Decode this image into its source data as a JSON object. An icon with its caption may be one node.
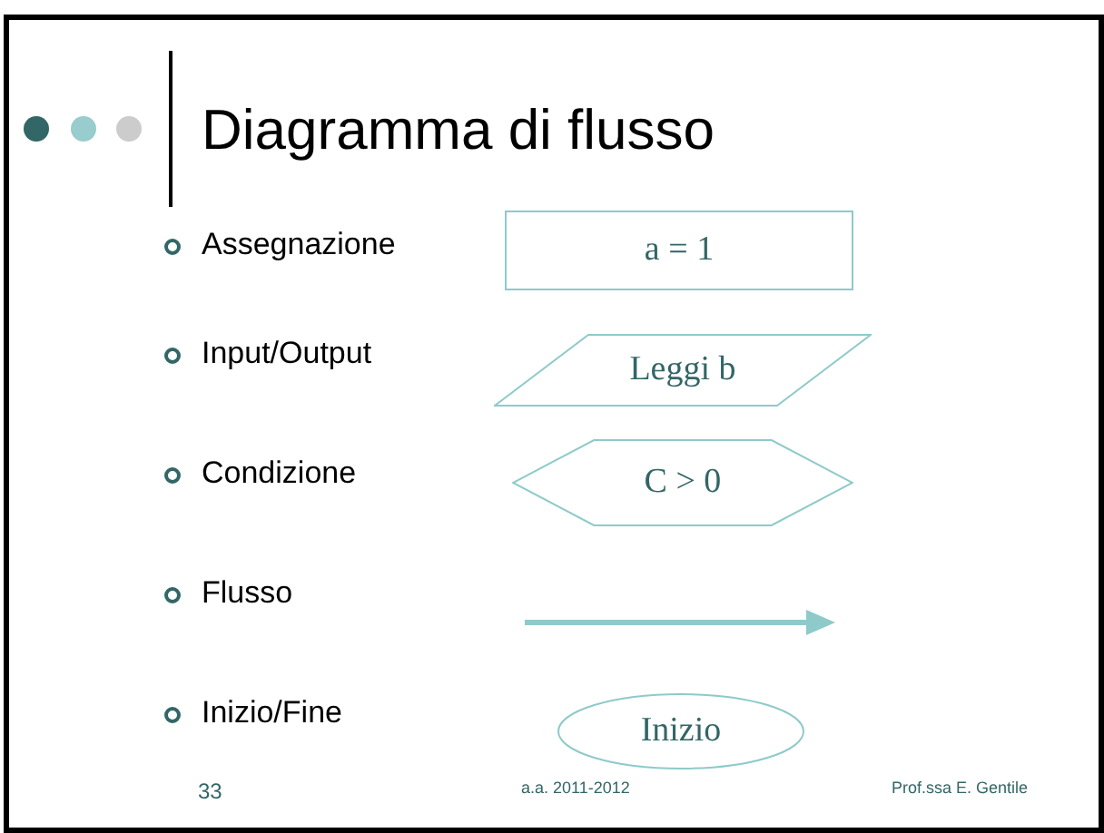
{
  "diagram": {
    "title": "Diagramma di flusso",
    "nodes": [
      {
        "text": [
          "a = 1"
        ]
      },
      {
        "text": [
          "Leggi b"
        ]
      },
      {
        "text": [
          "C > 0"
        ]
      },
      {
        "text": [
          "Inizio"
        ]
      }
    ],
    "labels": [
      "Assegnazione",
      "Input/Output",
      "Condizione",
      "Flusso",
      "Inizio/Fine",
      "33",
      "a.a. 2011-2012",
      "Prof.ssa E. Gentile"
    ]
  }
}
